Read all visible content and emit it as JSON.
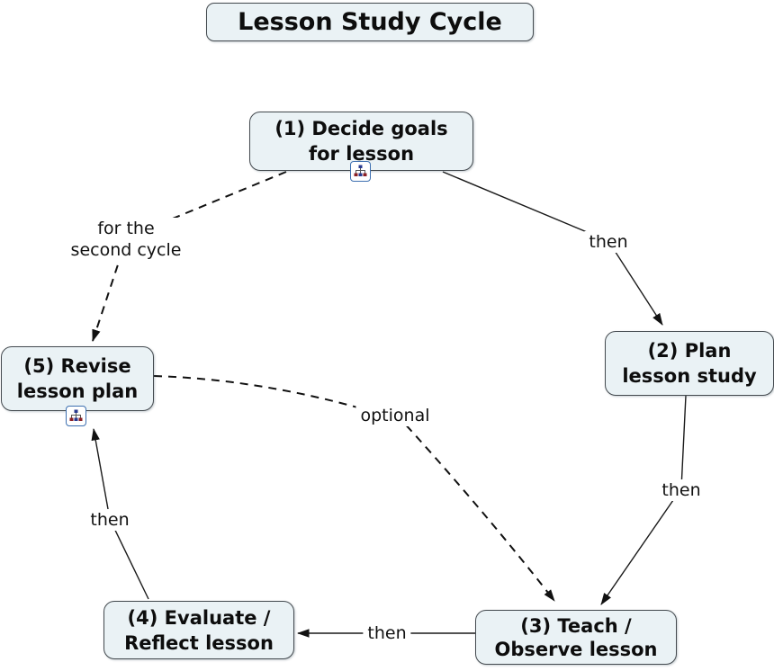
{
  "title": "Lesson Study Cycle",
  "diagram_type": "concept-map",
  "colors": {
    "background": "#ffffff",
    "node_fill": "#eaf2f5",
    "node_border": "#444a4f",
    "text": "#0d0d0d",
    "edge_line": "#1a1a1a",
    "icon_border": "#3d6fb0",
    "icon_glyph_red": "#8b1f24",
    "icon_glyph_blue": "#283a8f"
  },
  "nodes": {
    "n1": {
      "lines": [
        "(1) Decide goals",
        "for lesson"
      ],
      "icon": "concept-map-icon"
    },
    "n2": {
      "lines": [
        "(2) Plan",
        "lesson study"
      ]
    },
    "n3": {
      "lines": [
        "(3) Teach /",
        "Observe lesson"
      ]
    },
    "n4": {
      "lines": [
        "(4) Evaluate /",
        "Reflect lesson"
      ]
    },
    "n5": {
      "lines": [
        "(5) Revise",
        "lesson plan"
      ],
      "icon": "concept-map-icon"
    }
  },
  "edges": {
    "decide_to_plan": {
      "label": "then",
      "style": "solid",
      "from": "n1",
      "to": "n2"
    },
    "plan_to_teach": {
      "label": "then",
      "style": "solid",
      "from": "n2",
      "to": "n3"
    },
    "teach_to_evaluate": {
      "label": "then",
      "style": "solid",
      "from": "n3",
      "to": "n4"
    },
    "evaluate_to_revise": {
      "label": "then",
      "style": "solid",
      "from": "n4",
      "to": "n5"
    },
    "decide_to_revise": {
      "label": "for the\nsecond cycle",
      "style": "dashed",
      "from": "n1",
      "to": "n5"
    },
    "revise_to_teach": {
      "label": "optional",
      "style": "dashed",
      "from": "n5",
      "to": "n3"
    }
  }
}
